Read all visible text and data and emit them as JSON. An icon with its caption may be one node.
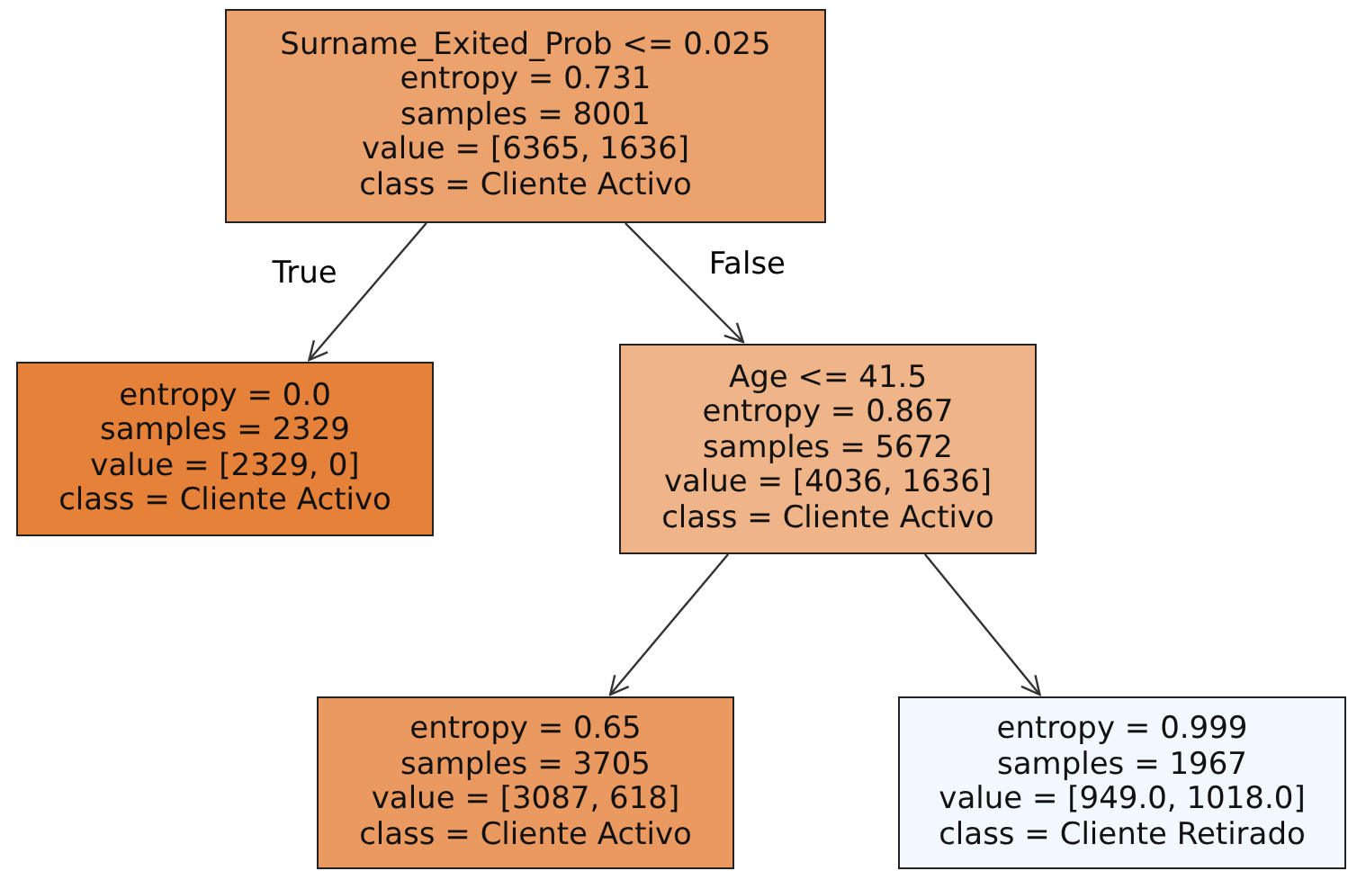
{
  "diagram": {
    "nodes": [
      {
        "text": [
          "Surname_Exited_Prob <= 0.025",
          "entropy = 0.731",
          "samples = 8001",
          "value = [6365, 1636]",
          "class = Cliente Activo"
        ]
      },
      {
        "text": [
          "entropy = 0.0",
          "samples = 2329",
          "value = [2329, 0]",
          "class = Cliente Activo"
        ]
      },
      {
        "text": [
          "Age <= 41.5",
          "entropy = 0.867",
          "samples = 5672",
          "value = [4036, 1636]",
          "class = Cliente Activo"
        ]
      },
      {
        "text": [
          "entropy = 0.65",
          "samples = 3705",
          "value = [3087, 618]",
          "class = Cliente Activo"
        ]
      },
      {
        "text": [
          "entropy = 0.999",
          "samples = 1967",
          "value = [949.0, 1018.0]",
          "class = Cliente Retirado"
        ]
      }
    ],
    "edges": [
      {
        "from": 0,
        "to": 1,
        "arrow": "to",
        "label": "True"
      },
      {
        "from": 0,
        "to": 2,
        "arrow": "to",
        "label": "False"
      },
      {
        "from": 2,
        "to": 3,
        "arrow": "to"
      },
      {
        "from": 2,
        "to": 4,
        "arrow": "to"
      }
    ]
  }
}
